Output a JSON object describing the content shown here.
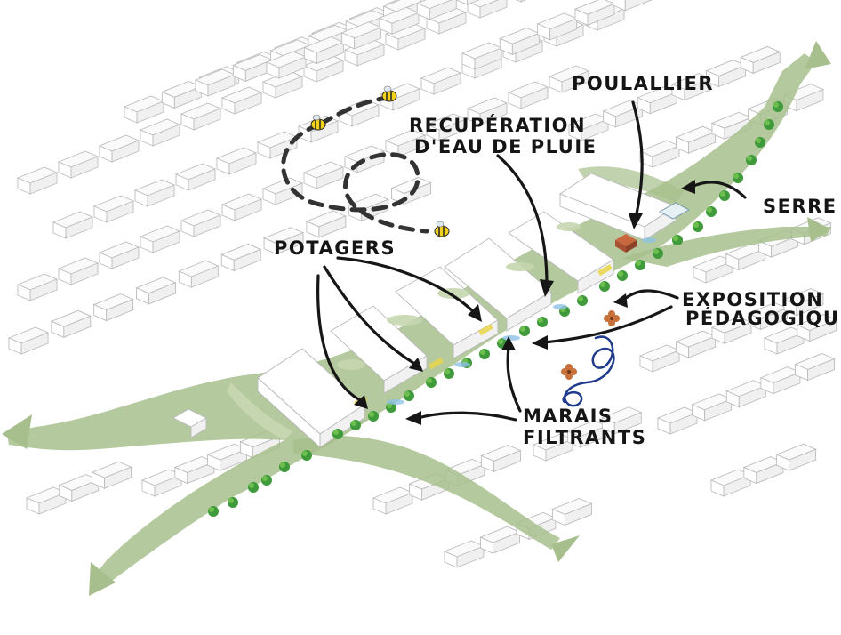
{
  "labels": {
    "poulallier": "POULALLIER",
    "recuperation_line1": "RECUPÉRATION",
    "recuperation_line2": "D'EAU DE PLUIE",
    "serre": "SERRE",
    "potagers": "POTAGERS",
    "exposition_line1": "EXPOSITION",
    "exposition_line2": "PÉDAGOGIQUE",
    "marais_line1": "MARAIS",
    "marais_line2": "FILTRANTS"
  },
  "icons": {
    "bees": "bee-icon",
    "flowers": "flower-icon"
  },
  "colors": {
    "green_corridor": "#a7bf8c",
    "green_light": "#c6d6b0",
    "tree_green": "#3e9a3a",
    "ink": "#161616",
    "bee_yellow": "#f2d21b",
    "flower_orange": "#c8703a",
    "blue_swirl": "#203a8c"
  }
}
